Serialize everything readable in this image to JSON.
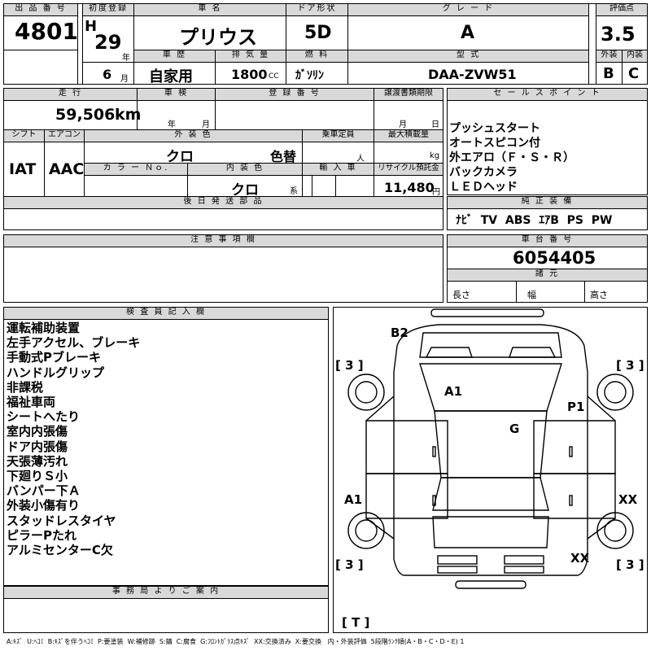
{
  "header": {
    "lot_label": "出 品 番 号",
    "lot": "4801",
    "first_reg_label": "初度登録",
    "era": "H",
    "year": "29",
    "year_unit": "年",
    "month": "6",
    "month_unit": "月",
    "car_name_label": "車 名",
    "car_name": "プリウス",
    "door_label": "ドア形状",
    "door": "5D",
    "grade_label": "グ レ ー ド",
    "grade": "A",
    "score_label": "評価点",
    "score": "3.5",
    "history_label": "車 歴",
    "history": "自家用",
    "displacement_label": "排 気 量",
    "displacement": "1800",
    "displacement_unit": "CC",
    "fuel_label": "燃 料",
    "fuel": "ｶﾞｿﾘﾝ",
    "model_label": "型 式",
    "model": "DAA-ZVW51",
    "exterior_label": "外装",
    "exterior": "B",
    "interior_label": "内装",
    "interior": "C"
  },
  "row2": {
    "mileage_label": "走 行",
    "mileage": "59,506",
    "mileage_unit": "km",
    "inspection_label": "車 検",
    "insp_year_unit": "年",
    "insp_month_unit": "月",
    "reg_no_label": "登 録 番 号",
    "transfer_label": "譲渡書類期限",
    "transfer_month": "月",
    "transfer_day": "日",
    "shift_label": "シフト",
    "shift": "IAT",
    "ac_label": "エアコン",
    "ac": "AAC",
    "ext_color_label": "外 装 色",
    "ext_color": "クロ",
    "color_change": "色替",
    "capacity_label": "乗車定員",
    "capacity_unit": "人",
    "max_load_label": "最大積載量",
    "max_load_unit": "kg",
    "color_no_label": "カ ラ ー Ｎｏ.",
    "int_color_label": "内 装 色",
    "int_color": "クロ",
    "int_color_unit": "系",
    "import_label": "輸 入 車",
    "recycle_label": "リサイクル預託金",
    "recycle": "11,480",
    "recycle_unit": "円",
    "later_parts_label": "後 日 発 送 部 品"
  },
  "sales_points": {
    "label": "セ ー ル ス ポ イ ン ト",
    "items": [
      "プッシュスタート",
      "オートスピコン付",
      "外エアロ（Ｆ・Ｓ・Ｒ）",
      "バックカメラ",
      "ＬＥＤヘッド"
    ]
  },
  "equipment": {
    "label": "純 正 装 備",
    "value": "ﾅﾋﾞ  TV  ABS  ｴｱB  PS  PW"
  },
  "notes": {
    "label": "注 意 事 項 欄"
  },
  "chassis": {
    "label": "車 台 番 号",
    "value": "6054405",
    "dims_label": "諸 元",
    "length": "長さ",
    "width": "幅",
    "height": "高さ"
  },
  "inspector": {
    "label": "検 査 員 記 入 欄",
    "items": [
      "運転補助装置",
      "左手アクセル、ブレーキ",
      "手動式Pブレーキ",
      "ハンドルグリップ",
      "非課税",
      "福祉車両",
      "シートへたり",
      "室内内張傷",
      "ドア内張傷",
      "天張薄汚れ",
      "下廻りＳ小",
      "バンパー下Ａ",
      "外装小傷有り",
      "スタッドレスタイヤ",
      "ピラーPたれ",
      "アルミセンターC欠"
    ]
  },
  "office": {
    "label": "事 務 局 よ り ご 案 内"
  },
  "diagram": {
    "marks": [
      "B2",
      "A1",
      "P1",
      "G",
      "A1",
      "XX",
      "XX"
    ],
    "tires": [
      "[ 3 ]",
      "[ 3 ]",
      "[ 3 ]",
      "[ 3 ]"
    ],
    "trunk": "[ T ]"
  },
  "legend": "A:ｷｽﾞ  U:ﾍｺﾐ  B:ｷｽﾞを伴うﾍｺﾐ  P:要塗装  W:補修跡  S:錆  C:腐食  G:ﾌﾛﾝﾄｶﾞﾗｽ点ｷｽﾞ  XX:交換済み  X:要交換   内・外装評価  5段階ﾗﾝｸ順(A・B・C・D・E) 1"
}
